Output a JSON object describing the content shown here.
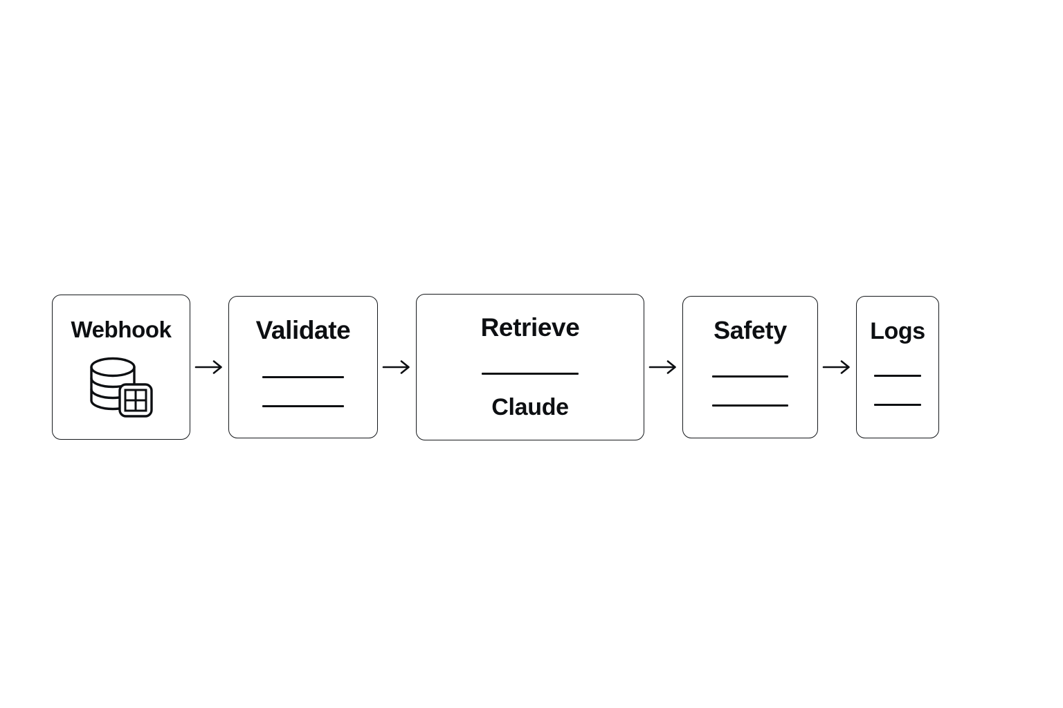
{
  "diagram": {
    "type": "pipeline-flow",
    "orientation": "horizontal",
    "background_color": "#ffffff",
    "stroke_color": "#14171a",
    "text_color": "#0d0f12",
    "connector_label": "arrow-right",
    "nodes": [
      {
        "id": "webhook",
        "title": "Webhook",
        "icon": "database-table-icon",
        "rules": 0,
        "subtitle": ""
      },
      {
        "id": "validate",
        "title": "Validate",
        "icon": "",
        "rules": 2,
        "subtitle": ""
      },
      {
        "id": "retrieve",
        "title": "Retrieve",
        "icon": "",
        "rules": 1,
        "subtitle": "Claude"
      },
      {
        "id": "safety",
        "title": "Safety",
        "icon": "",
        "rules": 2,
        "subtitle": ""
      },
      {
        "id": "logs",
        "title": "Logs",
        "icon": "",
        "rules": 2,
        "subtitle": ""
      }
    ],
    "connectors": [
      {
        "from": "webhook",
        "to": "validate",
        "glyph": "→"
      },
      {
        "from": "validate",
        "to": "retrieve",
        "glyph": "→"
      },
      {
        "from": "retrieve",
        "to": "safety",
        "glyph": "→"
      },
      {
        "from": "safety",
        "to": "logs",
        "glyph": "→"
      }
    ]
  }
}
